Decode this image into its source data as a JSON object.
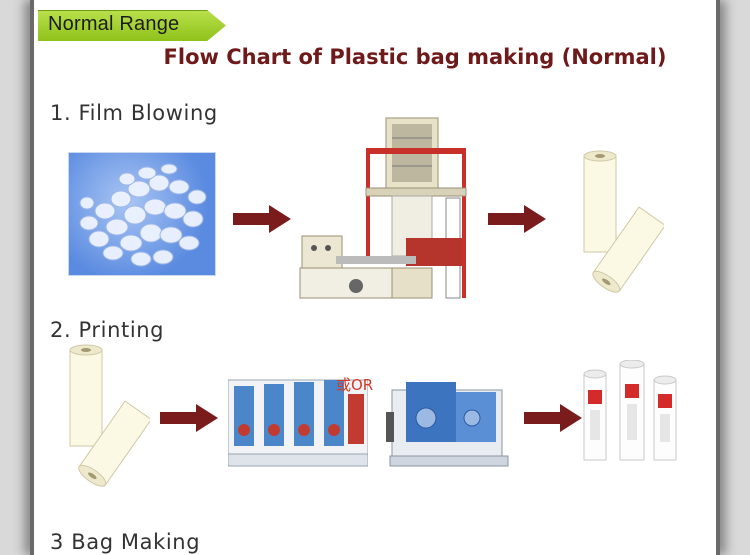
{
  "badge": {
    "label": "Normal Range"
  },
  "title": "Flow Chart of Plastic bag making (Normal)",
  "steps": [
    {
      "label": "1.  Film Blowing"
    },
    {
      "label": "2. Printing"
    },
    {
      "label": "3 Bag Making"
    }
  ],
  "or_label": "或OR",
  "colors": {
    "arrow": "#7a1c1c",
    "title": "#6e1a1a",
    "badge": "#9ccc28",
    "bag_logo": "#d52a2a"
  },
  "icons": [
    "resin-pellets-icon",
    "film-blowing-machine-icon",
    "film-roll-icon",
    "printing-machine-icon",
    "flexo-printer-icon",
    "printed-film-rolls-icon",
    "right-arrow-icon"
  ]
}
